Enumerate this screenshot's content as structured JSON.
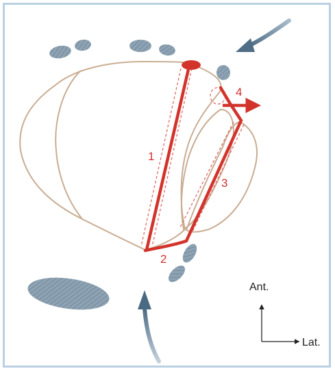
{
  "labels": {
    "step1": "1",
    "step2": "2",
    "step3": "3",
    "step4": "4"
  },
  "orientation": {
    "anterior": "Ant.",
    "lateral": "Lat."
  },
  "colors": {
    "frame": "#b9cfe2",
    "outline": "#c9ad93",
    "incision": "#d2342c",
    "dashed": "#e06a62",
    "structure_fill": "#7f95a6",
    "arrow": "#5e7b91"
  }
}
